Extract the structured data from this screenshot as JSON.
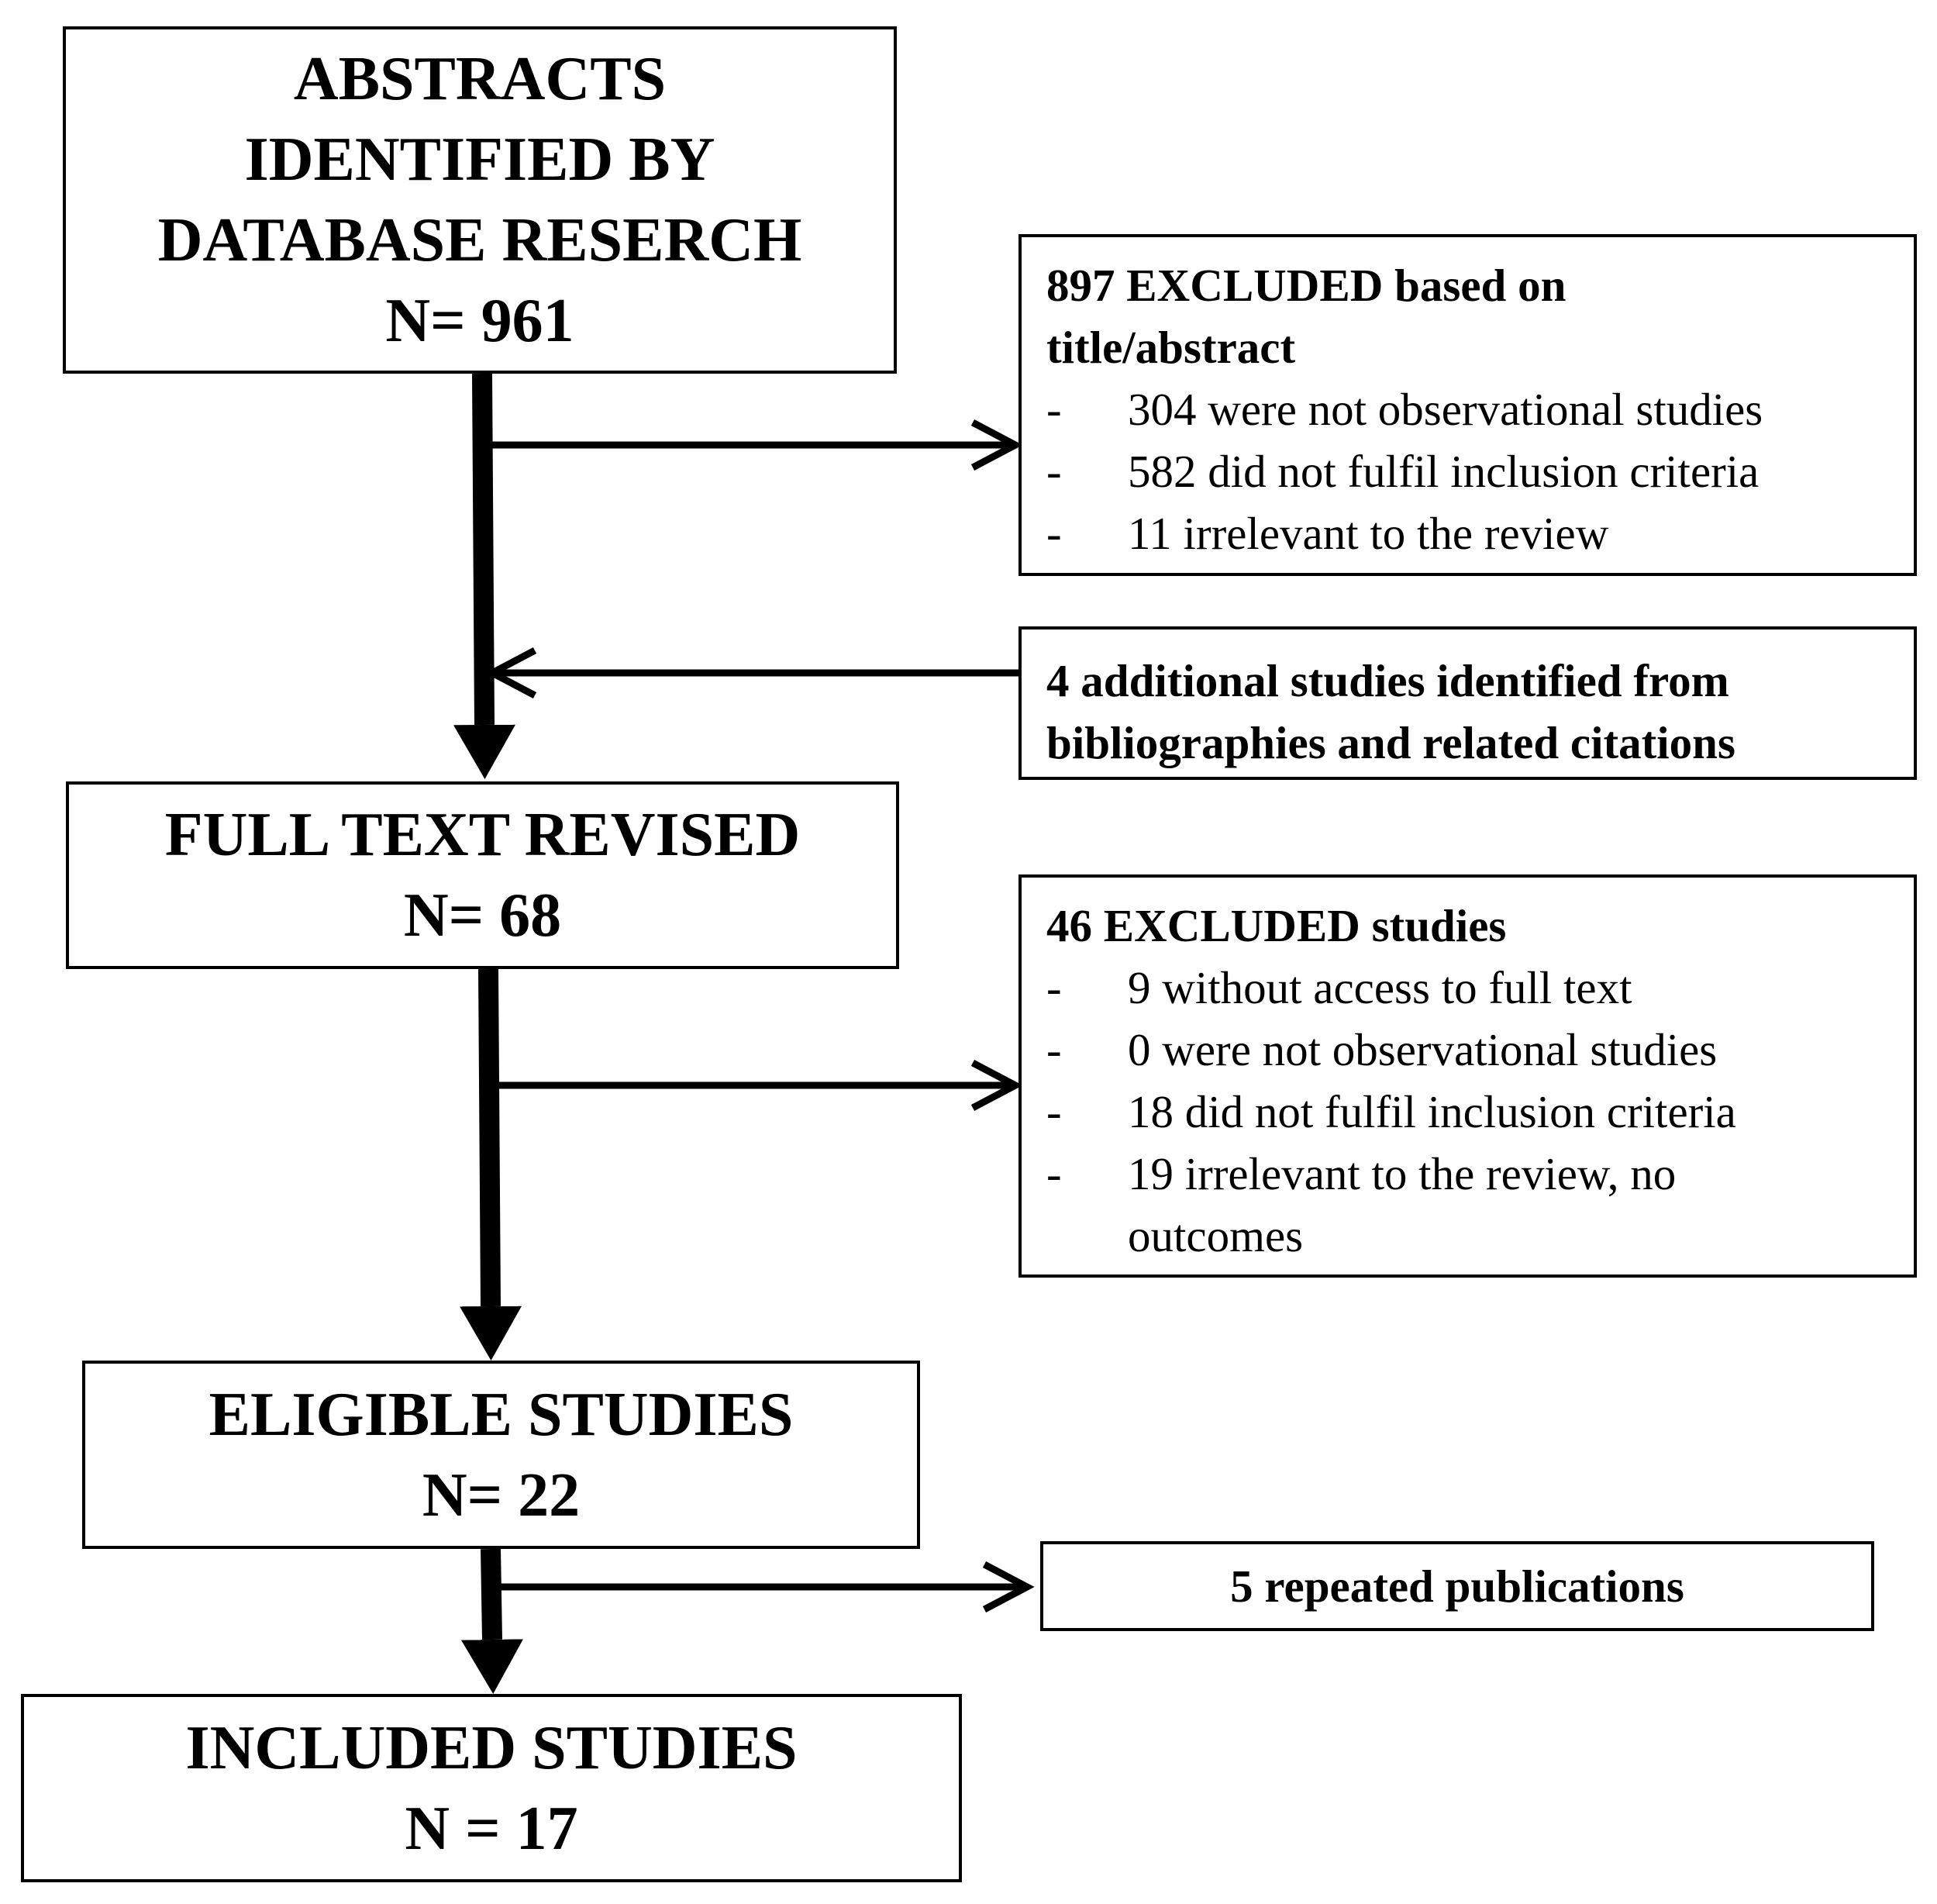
{
  "boxes": {
    "abstracts": {
      "lines": [
        "ABSTRACTS",
        "IDENTIFIED BY",
        "DATABASE RESERCH"
      ],
      "n": "N= 961"
    },
    "fulltext": {
      "lines": [
        "FULL TEXT REVISED"
      ],
      "n": "N= 68"
    },
    "eligible": {
      "lines": [
        "ELIGIBLE STUDIES"
      ],
      "n": "N= 22"
    },
    "included": {
      "lines": [
        "INCLUDED STUDIES"
      ],
      "n": "N = 17"
    }
  },
  "excluded1": {
    "heading": [
      "897 EXCLUDED based on",
      "title/abstract"
    ],
    "bullet": "-",
    "items": [
      "304 were not observational studies",
      "582 did not fulfil inclusion criteria",
      "11 irrelevant to the review"
    ]
  },
  "additional": {
    "lines": [
      "4 additional studies identified from",
      "bibliographies and related citations"
    ]
  },
  "excluded2": {
    "heading": "46 EXCLUDED studies",
    "bullet": "-",
    "items": [
      "9 without access to full text",
      "0 were not observational studies",
      "18 did not fulfil inclusion criteria",
      "19 irrelevant to the review, no outcomes"
    ]
  },
  "repeated": {
    "label": "5 repeated publications"
  }
}
